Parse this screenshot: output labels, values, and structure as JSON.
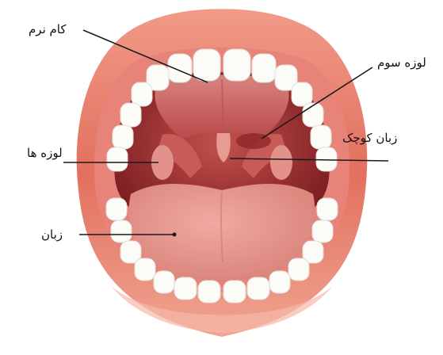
{
  "labels": {
    "soft_palate": "کام نرم",
    "third_tonsil": "لوزه سوم",
    "uvula": "زبان کوچک",
    "tonsils": "لوزه ها",
    "tongue": "زبان"
  },
  "colors": {
    "lips": "#e2705e",
    "lip_highlight": "#f3a593",
    "throat": "#9c2a2a",
    "palate": "#cf6d66",
    "tongue": "#e79890",
    "teeth": "#fbfbf8",
    "gum": "#e8837a",
    "leader_lines": "#1a1a1a"
  }
}
